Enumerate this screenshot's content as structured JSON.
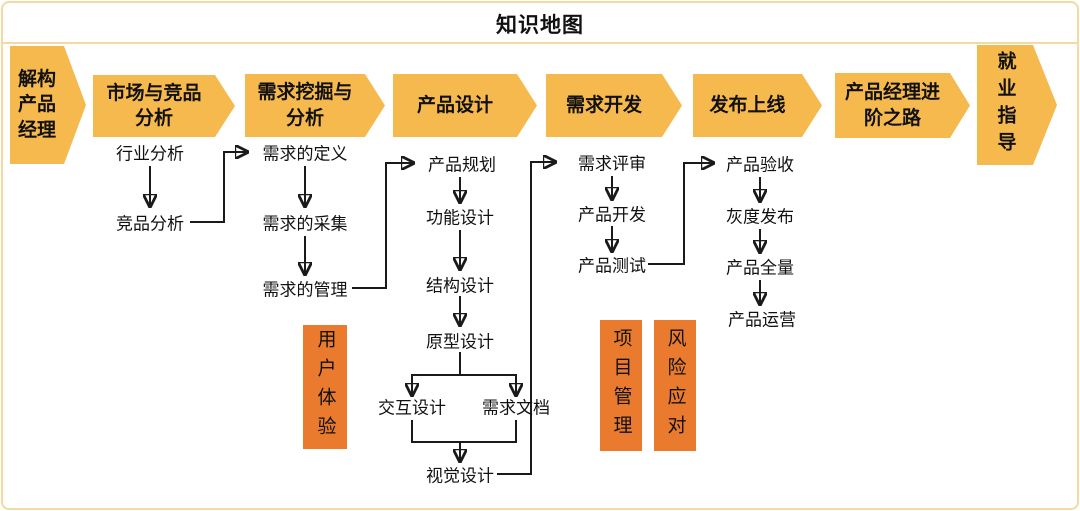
{
  "title": "知识地图",
  "stages": [
    {
      "label": "解构\n产品\n经理"
    },
    {
      "label": "市场与竞品\n分析"
    },
    {
      "label": "需求挖掘与\n分析"
    },
    {
      "label": "产品设计"
    },
    {
      "label": "需求开发"
    },
    {
      "label": "发布上线"
    },
    {
      "label": "产品经理进\n阶之路"
    },
    {
      "label": "就业指导"
    }
  ],
  "flows": {
    "market": [
      "行业分析",
      "竞品分析"
    ],
    "requirement": [
      "需求的定义",
      "需求的采集",
      "需求的管理"
    ],
    "design": [
      "产品规划",
      "功能设计",
      "结构设计",
      "原型设计",
      "交互设计",
      "需求文档",
      "视觉设计"
    ],
    "development": [
      "需求评审",
      "产品开发",
      "产品测试"
    ],
    "release": [
      "产品验收",
      "灰度发布",
      "产品全量",
      "产品运营"
    ]
  },
  "side_boxes": [
    "用户体验",
    "项目管理",
    "风险应对"
  ],
  "colors": {
    "chevron_fill": "#F6B94D",
    "side_box_fill": "#EA7B2E",
    "frame_border": "#F5D9A3",
    "connector": "#1A1A1A"
  }
}
